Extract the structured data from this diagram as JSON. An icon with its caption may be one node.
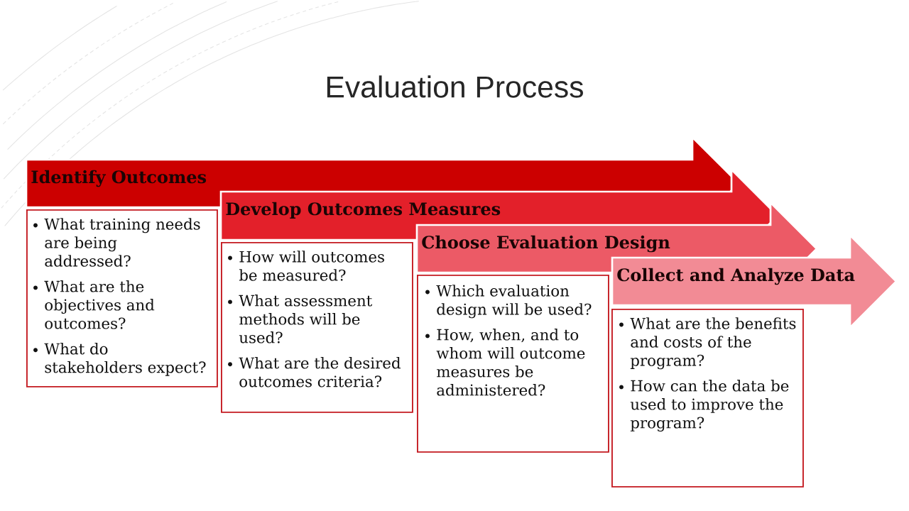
{
  "diagram": {
    "title": "Evaluation Process",
    "nodes": [
      {
        "text": [
          "Identify Outcomes"
        ]
      },
      {
        "text": [
          "What training needs are being addressed?",
          "What are the objectives and outcomes?",
          "What do stakeholders expect?"
        ]
      },
      {
        "text": [
          "Develop Outcomes Measures"
        ]
      },
      {
        "text": [
          "How will outcomes be measured?",
          "What assessment methods will be used?",
          "What are the desired outcomes criteria?"
        ]
      },
      {
        "text": [
          "Choose Evaluation Design"
        ]
      },
      {
        "text": [
          "Which evaluation design will be used?",
          "How, when, and to whom will outcome measures be administered?"
        ]
      },
      {
        "text": [
          "Collect and Analyze Data"
        ]
      },
      {
        "text": [
          "What are the benefits and costs of the program?",
          "How can the data be used to improve the program?"
        ]
      }
    ]
  }
}
